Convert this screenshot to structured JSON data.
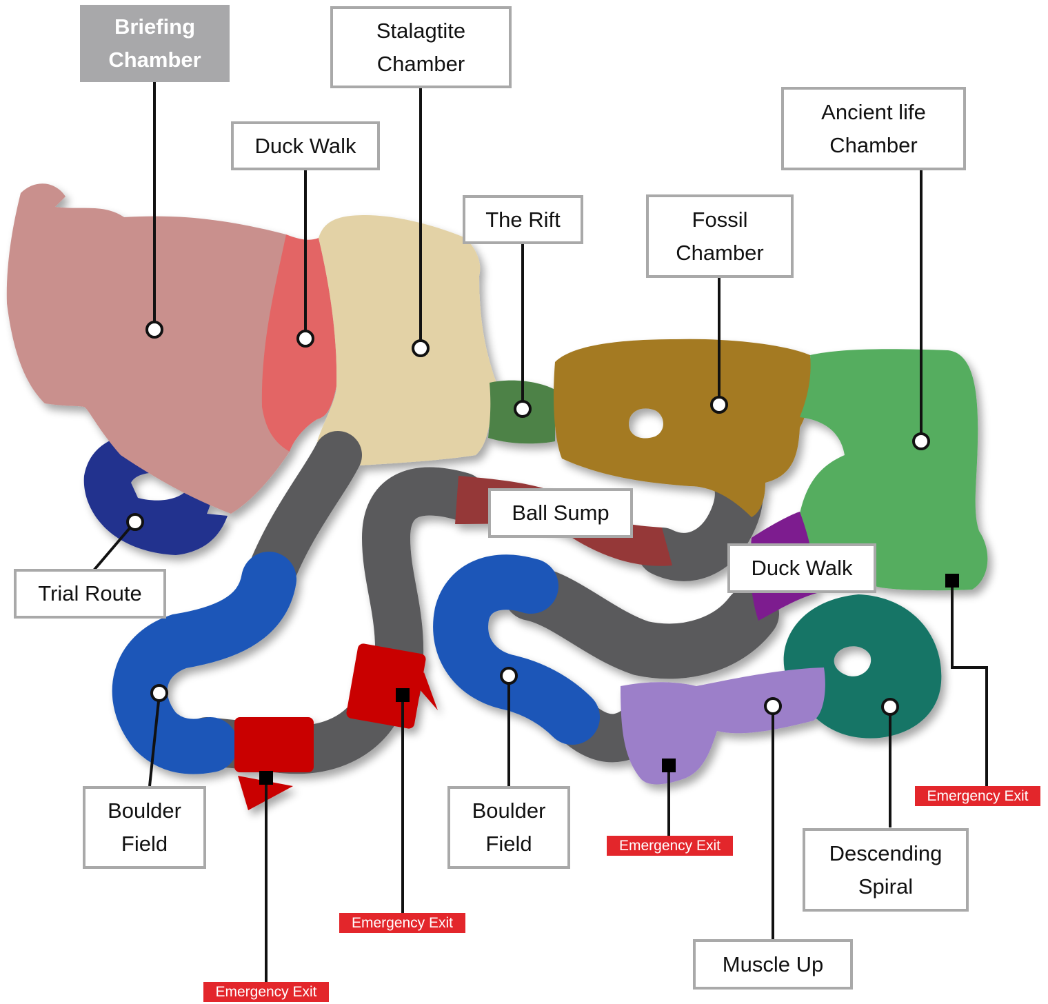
{
  "labels": {
    "briefing_chamber": "Briefing\nChamber",
    "stalagtite_chamber": "Stalagtite\nChamber",
    "duck_walk_upper": "Duck Walk",
    "the_rift": "The Rift",
    "fossil_chamber": "Fossil\nChamber",
    "ancient_life_chamber": "Ancient life\nChamber",
    "trial_route": "Trial Route",
    "ball_sump": "Ball Sump",
    "duck_walk_lower": "Duck Walk",
    "boulder_field_left": "Boulder\nField",
    "boulder_field_right": "Boulder\nField",
    "descending_spiral": "Descending\nSpiral",
    "muscle_up": "Muscle Up"
  },
  "emergency_exit_label": "Emergency Exit",
  "emergency_exits": [
    "Emergency Exit",
    "Emergency Exit",
    "Emergency Exit",
    "Emergency Exit"
  ],
  "highlighted_label": "briefing_chamber",
  "colors": {
    "briefing_chamber": "#c9908d",
    "duck_walk_upper": "#e36565",
    "stalagtite_chamber": "#e3d2a6",
    "the_rift": "#4e8247",
    "fossil_chamber": "#a47a23",
    "ancient_life_chamber": "#54ad5f",
    "trial_route": "#22318e",
    "crawl_tube": "#5a5a5c",
    "boulder_field": "#1a57b8",
    "squeeze_red": "#c90606",
    "ball_sump": "#953838",
    "duck_walk_lower": "#7d1a8f",
    "muscle_up": "#9c7fc9",
    "descending_spiral": "#137566",
    "label_border": "#a9a9a9",
    "label_active": "#a8a8aa",
    "emergency_exit": "#e3262b"
  }
}
